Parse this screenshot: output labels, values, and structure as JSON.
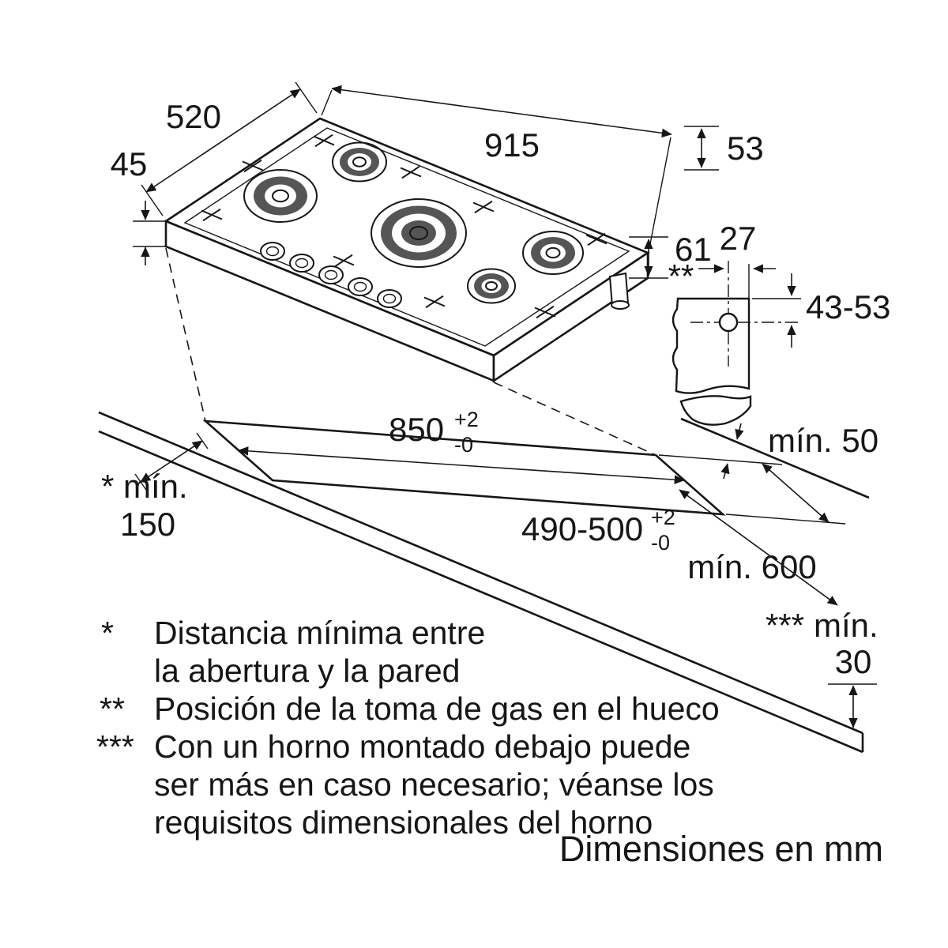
{
  "colors": {
    "ink": "#161616",
    "burner_gray": "#555555",
    "background": "#ffffff"
  },
  "hob": {
    "width": "915",
    "depth": "520",
    "height": "45",
    "edge_distance": "53",
    "connection_depth": "61"
  },
  "gas_connection": {
    "marker": "**",
    "horizontal_offset": "27",
    "vertical_range": "43-53"
  },
  "cutout": {
    "width": "850",
    "width_tol_plus": "+2",
    "width_tol_minus": "-0",
    "depth": "490-500",
    "depth_tol_plus": "+2",
    "depth_tol_minus": "-0"
  },
  "clearances": {
    "rear": "mín. 50",
    "front": "mín. 600",
    "side_marker": "*",
    "side_label": "mín.",
    "side_value": "150",
    "below_marker": "***",
    "below_label": "mín.",
    "below_value": "30"
  },
  "footnotes": [
    {
      "marker": "*",
      "lines": [
        "Distancia mínima entre",
        "la abertura y la pared"
      ]
    },
    {
      "marker": "**",
      "lines": [
        "Posición de la toma de gas en el hueco"
      ]
    },
    {
      "marker": "***",
      "lines": [
        "Con un horno montado debajo puede",
        "ser más en caso necesario; véanse los",
        "requisitos dimensionales del horno"
      ]
    }
  ],
  "caption": "Dimensiones en mm"
}
